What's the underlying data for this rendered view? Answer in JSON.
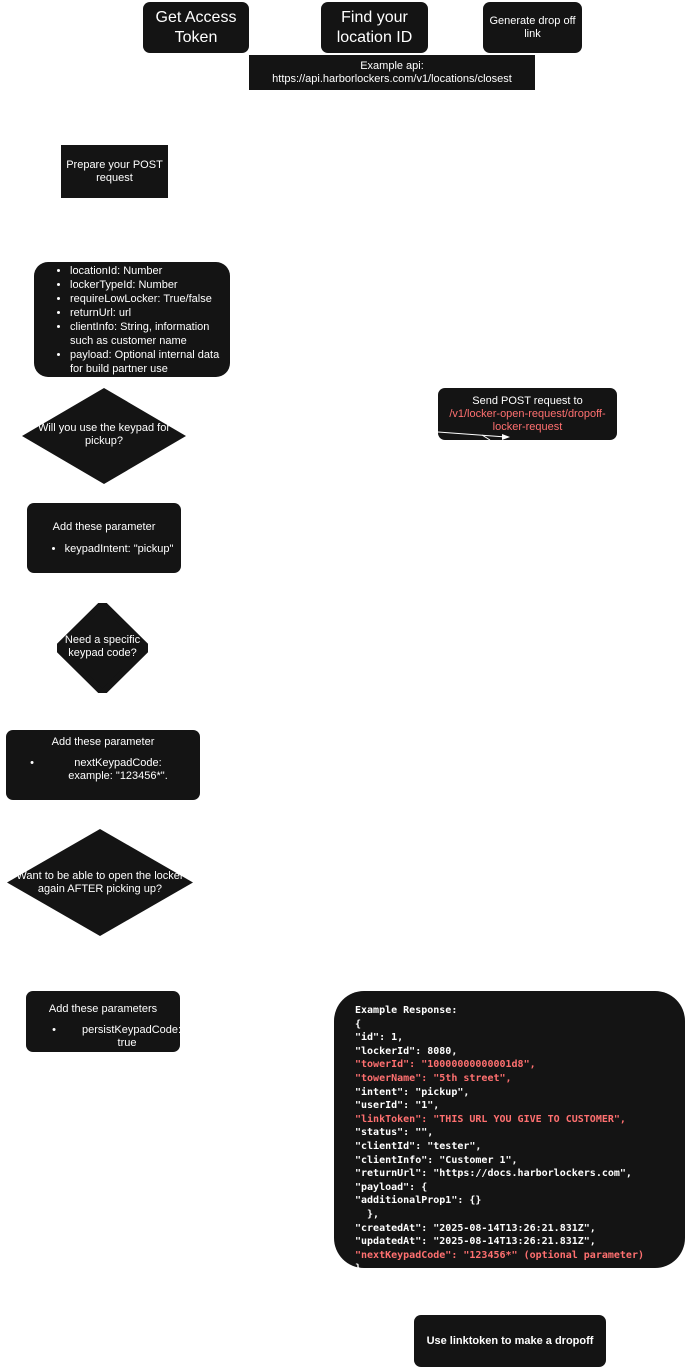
{
  "top": {
    "get_access_token": "Get Access Token",
    "find_location_id": "Find your location ID",
    "generate_link": "Generate drop off link",
    "example_api_label": "Example api:",
    "example_api_url": "https://api.harborlockers.com/v1/locations/closest"
  },
  "prepare_post": "Prepare your POST request",
  "params": [
    "locationId: Number",
    "lockerTypeId: Number",
    "requireLowLocker: True/false",
    "returnUrl: url",
    "clientInfo: String, information such as customer name",
    "payload: Optional internal data for build partner use"
  ],
  "decision_keypad": "Will you use the keypad for pickup?",
  "add_param_1": {
    "title": "Add these parameter",
    "items": [
      "keypadIntent: \"pickup\""
    ]
  },
  "decision_code": "Need a specific keypad code?",
  "add_param_2": {
    "title": "Add these parameter",
    "items": [
      "nextKeypadCode: example: \"123456*\"."
    ]
  },
  "decision_persist": "Want to be able to open the locker again AFTER picking up?",
  "add_param_3": {
    "title": "Add these parameters",
    "items": [
      "persistKeypadCode: true"
    ]
  },
  "send_post": {
    "label": "Send POST request to",
    "endpoint": "/v1/locker-open-request/dropoff-locker-request"
  },
  "response": {
    "lines": [
      {
        "text": "Example Response:",
        "highlight": false
      },
      {
        "text": "{",
        "highlight": false
      },
      {
        "text": "\"id\": 1,",
        "highlight": false
      },
      {
        "text": "\"lockerId\": 8080,",
        "highlight": false
      },
      {
        "text": "\"towerId\": \"10000000000001d8\",",
        "highlight": true
      },
      {
        "text": "\"towerName\": \"5th street\",",
        "highlight": true
      },
      {
        "text": "\"intent\": \"pickup\",",
        "highlight": false
      },
      {
        "text": "\"userId\": \"1\",",
        "highlight": false
      },
      {
        "text": "\"linkToken\": \"THIS URL YOU GIVE TO CUSTOMER\",",
        "highlight": true
      },
      {
        "text": "\"status\": \"\",",
        "highlight": false
      },
      {
        "text": "\"clientId\": \"tester\",",
        "highlight": false
      },
      {
        "text": "\"clientInfo\": \"Customer 1\",",
        "highlight": false
      },
      {
        "text": "\"returnUrl\": \"https://docs.harborlockers.com\",",
        "highlight": false
      },
      {
        "text": "\"payload\": {",
        "highlight": false
      },
      {
        "text": "\"additionalProp1\": {}",
        "highlight": false
      },
      {
        "text": "  },",
        "highlight": false
      },
      {
        "text": "\"createdAt\": \"2025-08-14T13:26:21.831Z\",",
        "highlight": false
      },
      {
        "text": "\"updatedAt\": \"2025-08-14T13:26:21.831Z\",",
        "highlight": false
      },
      {
        "text": "\"nextKeypadCode\": \"123456*\" (optional parameter)",
        "highlight": true
      },
      {
        "text": "}",
        "highlight": false
      }
    ]
  },
  "use_linktoken": "Use linktoken to make a dropoff",
  "colors": {
    "box": "#141414",
    "highlight": "#ff7070"
  }
}
